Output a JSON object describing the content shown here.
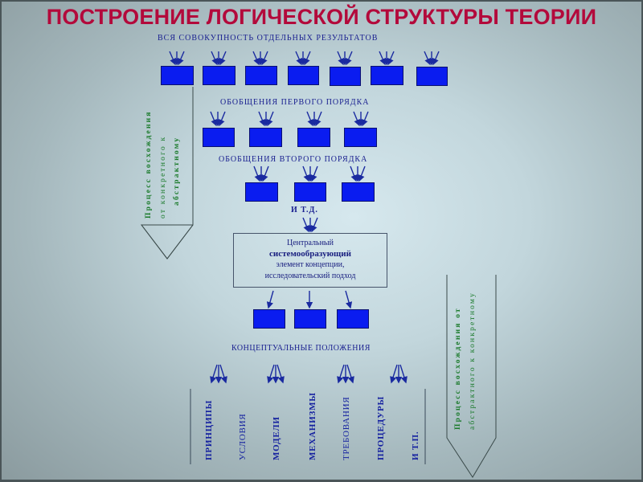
{
  "title": "ПОСТРОЕНИЕ ЛОГИЧЕСКОЙ СТРУКТУРЫ ТЕОРИИ",
  "levels": {
    "results": {
      "label": "ВСЯ СОВОКУПНОСТЬ ОТДЕЛЬНЫХ РЕЗУЛЬТАТОВ",
      "box_count": 7
    },
    "first_order": {
      "label": "ОБОБЩЕНИЯ ПЕРВОГО ПОРЯДКА",
      "box_count": 4
    },
    "second_order": {
      "label": "ОБОБЩЕНИЯ ВТОРОГО ПОРЯДКА",
      "box_count": 3
    },
    "etc": {
      "label": "И Т.Д."
    },
    "central_element": {
      "lines": [
        "Центральный",
        "системообразующий",
        "элемент концепции,",
        "исследовательский подход"
      ]
    },
    "output_boxes": {
      "box_count": 3
    },
    "conceptual": {
      "label": "КОНЦЕПТУАЛЬНЫЕ ПОЛОЖЕНИЯ",
      "items": [
        "ПРИНЦИПЫ",
        "УСЛОВИЯ",
        "МОДЕЛИ",
        "МЕХАНИЗМЫ",
        "ТРЕБОВАНИЯ",
        "ПРОЦЕДУРЫ",
        "И Т.П."
      ]
    }
  },
  "side_arrows": {
    "ascent_concrete_to_abstract": {
      "lines": [
        "Процесс восхождения",
        "от конкретного к",
        "абстрактному"
      ]
    },
    "ascent_abstract_to_concrete": {
      "lines": [
        "Процесс восхождения от",
        "абстрактного к конкретному"
      ]
    }
  },
  "colors": {
    "title": "#b3093b",
    "box_fill": "#0a1cf0",
    "label_text": "#1a2090",
    "side_text": "#1a7a2a"
  }
}
